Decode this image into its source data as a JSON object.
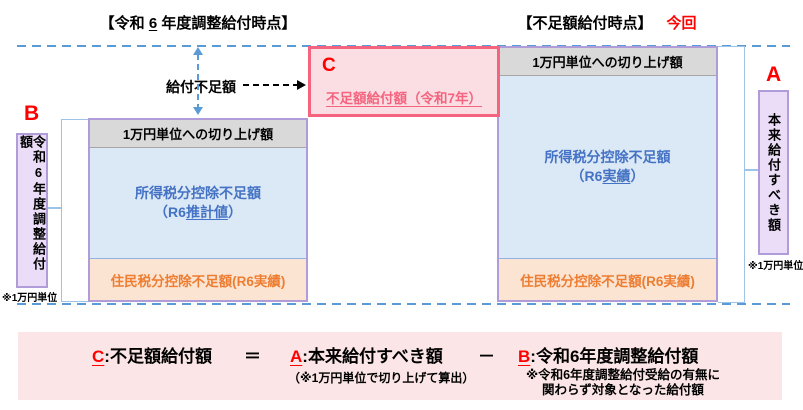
{
  "headers": {
    "left": {
      "prefix": "【令和 ",
      "underlined": "6",
      "suffix": " 年度調整給付時点】"
    },
    "right": {
      "label": "【不足額給付時点】",
      "badge": "今回"
    }
  },
  "left_group": {
    "letter": "B",
    "box_label": "令和6年度調整給付額",
    "unit_note": "※1万円単位"
  },
  "right_group": {
    "letter": "A",
    "box_label": "本来給付すべき額",
    "unit_note": "※1万円単位"
  },
  "left_stack": {
    "rounding_header": "1万円単位への切り上げ額",
    "income_line1": "所得税分控除不足額",
    "income_line2_prefix": "（R6",
    "income_line2_underlined": "推計値",
    "income_line2_suffix": "）",
    "resident_label": "住民税分控除不足額(R6実績)"
  },
  "right_stack": {
    "rounding_header": "1万円単位への切り上げ額",
    "income_line1": "所得税分控除不足額",
    "income_line2_prefix": "（R6",
    "income_line2_underlined": "実績",
    "income_line2_suffix": "）",
    "resident_label": "住民税分控除不足額(R6実績)"
  },
  "gap": {
    "label": "給付不足額"
  },
  "c_box": {
    "letter": "C",
    "label": "不足額給付額（令和7年）"
  },
  "formula": {
    "c_letter": "C",
    "c_label": ":不足額給付額",
    "equals": "＝",
    "a_letter": "A",
    "a_label": ":本来給付すべき額",
    "a_note": "（※1万円単位で切り上げて算出）",
    "minus": "－",
    "b_letter": "B",
    "b_label": ":令和6年度調整給付額",
    "b_note_line1": "※令和6年度調整給付受給の有無に",
    "b_note_line2": "関わらず対象となった給付額"
  },
  "colors": {
    "dash_blue": "#5B9BD5",
    "bracket_blue": "#9DC3E6",
    "purple_border": "#B09CD8",
    "lavender_fill": "#EBDDF8",
    "gray_fill": "#D9D9D9",
    "blue_fill": "#DBE8F6",
    "blue_text": "#4472C4",
    "orange_fill": "#FCE4D2",
    "orange_text": "#ED7D31",
    "pink_border": "#F4647E",
    "pink_fill": "#FBDEE4",
    "accent_red": "#FF0000",
    "formula_bar_fill": "#FBE5E6"
  }
}
